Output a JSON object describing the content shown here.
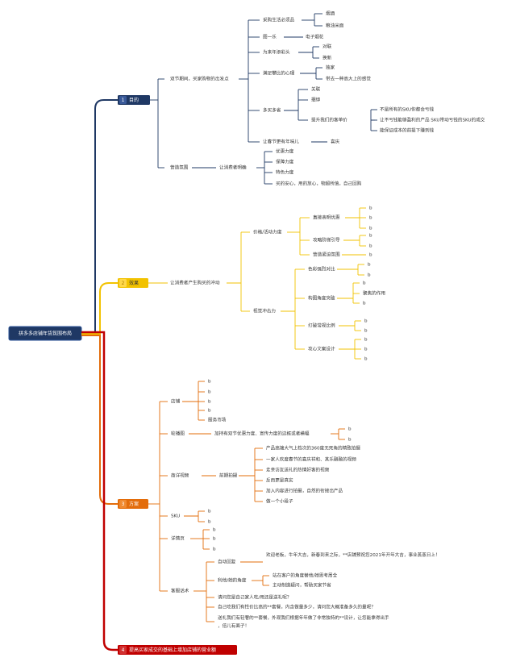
{
  "root": {
    "label": "拼多多店铺年货氛围布局"
  },
  "branches": [
    {
      "num": "1",
      "label": "目的",
      "color": "#1f3864",
      "children": [
        {
          "label": "双节期间，买家购物的出发点",
          "children": [
            {
              "label": "采购生活必须品",
              "children": [
                {
                  "label": "烟酒"
                },
                {
                  "label": "粮油米面"
                }
              ]
            },
            {
              "label": "图一乐",
              "children": [
                {
                  "label": "电子烟花"
                }
              ]
            },
            {
              "label": "为来年添彩头",
              "children": [
                {
                  "label": "对联"
                },
                {
                  "label": "换新"
                }
              ]
            },
            {
              "label": "满足攀比的心理",
              "children": [
                {
                  "label": "独家"
                },
                {
                  "label": "带去一种高大上的感觉"
                }
              ]
            },
            {
              "label": "多买多省",
              "children": [
                {
                  "label": "关联"
                },
                {
                  "label": "捆绑"
                },
                {
                  "label": "提升我们的客单价",
                  "children": [
                    {
                      "label": "不是所有的SKU你都会亏钱"
                    },
                    {
                      "label": "让不亏钱能够盈利的产品 SKU带动亏钱的SKU的成交"
                    },
                    {
                      "label": "能保证成本的前提下赚到钱"
                    }
                  ]
                }
              ]
            },
            {
              "label": "让春节更有年味儿",
              "children": [
                {
                  "label": "喜庆"
                }
              ]
            }
          ]
        },
        {
          "label": "营造氛围",
          "children": [
            {
              "label": "让消费者明确",
              "children": [
                {
                  "label": "优惠力度"
                },
                {
                  "label": "保障力度"
                },
                {
                  "label": "特色力度"
                },
                {
                  "label": "买的安心，用的放心，物超所值，自己回购"
                }
              ]
            }
          ]
        }
      ]
    },
    {
      "num": "2",
      "label": "效果",
      "color": "#f2c200",
      "children": [
        {
          "label": "让消费者产生购买的冲动",
          "children": [
            {
              "label": "价格/活动力度",
              "children": [
                {
                  "label": "直接表明优惠",
                  "children": [
                    {
                      "label": "b"
                    },
                    {
                      "label": "b"
                    },
                    {
                      "label": "b"
                    }
                  ]
                },
                {
                  "label": "攻略阶梯引导",
                  "children": [
                    {
                      "label": "b"
                    },
                    {
                      "label": "b"
                    }
                  ]
                },
                {
                  "label": "营造紧迫氛围",
                  "children": [
                    {
                      "label": "b"
                    }
                  ]
                }
              ]
            },
            {
              "label": "视觉冲击力",
              "children": [
                {
                  "label": "色彩强烈对比",
                  "children": [
                    {
                      "label": "b"
                    },
                    {
                      "label": "b"
                    }
                  ]
                },
                {
                  "label": "构图角度突破",
                  "children": [
                    {
                      "label": "b"
                    },
                    {
                      "label": "聚焦的作用"
                    },
                    {
                      "label": "b"
                    }
                  ]
                },
                {
                  "label": "打破常规比例",
                  "children": [
                    {
                      "label": "b"
                    },
                    {
                      "label": "b"
                    }
                  ]
                },
                {
                  "label": "攻心文案设计",
                  "children": [
                    {
                      "label": "b"
                    },
                    {
                      "label": "b"
                    },
                    {
                      "label": "b"
                    }
                  ]
                }
              ]
            }
          ]
        }
      ]
    },
    {
      "num": "3",
      "label": "方案",
      "color": "#e36c0a",
      "children": [
        {
          "label": "店铺",
          "children": [
            {
              "label": "b"
            },
            {
              "label": "b"
            },
            {
              "label": "b"
            },
            {
              "label": "b"
            },
            {
              "label": "服务市场"
            }
          ]
        },
        {
          "label": "轮播图",
          "children": [
            {
              "label": "加持有双节优惠力度、宣传力度的边框或者横幅",
              "children": [
                {
                  "label": "b"
                },
                {
                  "label": "b"
                }
              ]
            }
          ]
        },
        {
          "label": "商详视频",
          "children": [
            {
              "label": "前期拍摄",
              "children": [
                {
                  "label": "产品高端大气上档次的360度无死角的精致拍摄"
                },
                {
                  "label": "一家人欢度春节的喜庆祥和、其乐融融的视频"
                },
                {
                  "label": "走亲访友送礼的热情好客的视频"
                },
                {
                  "label": "反而更是真实"
                },
                {
                  "label": "加入内容进行拍摄，自然的衔接出产品"
                },
                {
                  "label": "做一个小段子"
                }
              ]
            }
          ]
        },
        {
          "label": "SKU",
          "children": [
            {
              "label": "b"
            },
            {
              "label": "b"
            }
          ]
        },
        {
          "label": "详情页",
          "children": [
            {
              "label": "b"
            },
            {
              "label": "b"
            },
            {
              "label": "b"
            }
          ]
        },
        {
          "label": "客服话术",
          "children": [
            {
              "label": "自动回复",
              "children": [
                {
                  "label": "欢迎老板，牛年大吉，新春到来之际，**店铺预祝您2021年开年大吉，事业蒸蒸日上！"
                }
              ]
            },
            {
              "label": "利他/她的角度",
              "children": [
                {
                  "label": "站在客户的角度替他/她思考周全"
                },
                {
                  "label": "主动制造疑问，帮助买家节省"
                }
              ]
            },
            {
              "label": "请问您是自己家人吃/用还是送礼呢？"
            },
            {
              "label": "自己吃我们有性价比高的**套餐，内含做量多少，请问您大概准备多久的量呢？"
            },
            {
              "label": "送礼我们有轻奢的**套餐，外观我们根据年年做了非常独特的**设计，让您能拿得出手，倍儿有面子！"
            }
          ]
        }
      ]
    },
    {
      "num": "4",
      "label": "提高买家成交的基础上增加店铺的营业额",
      "color": "#c00000",
      "children": []
    }
  ]
}
